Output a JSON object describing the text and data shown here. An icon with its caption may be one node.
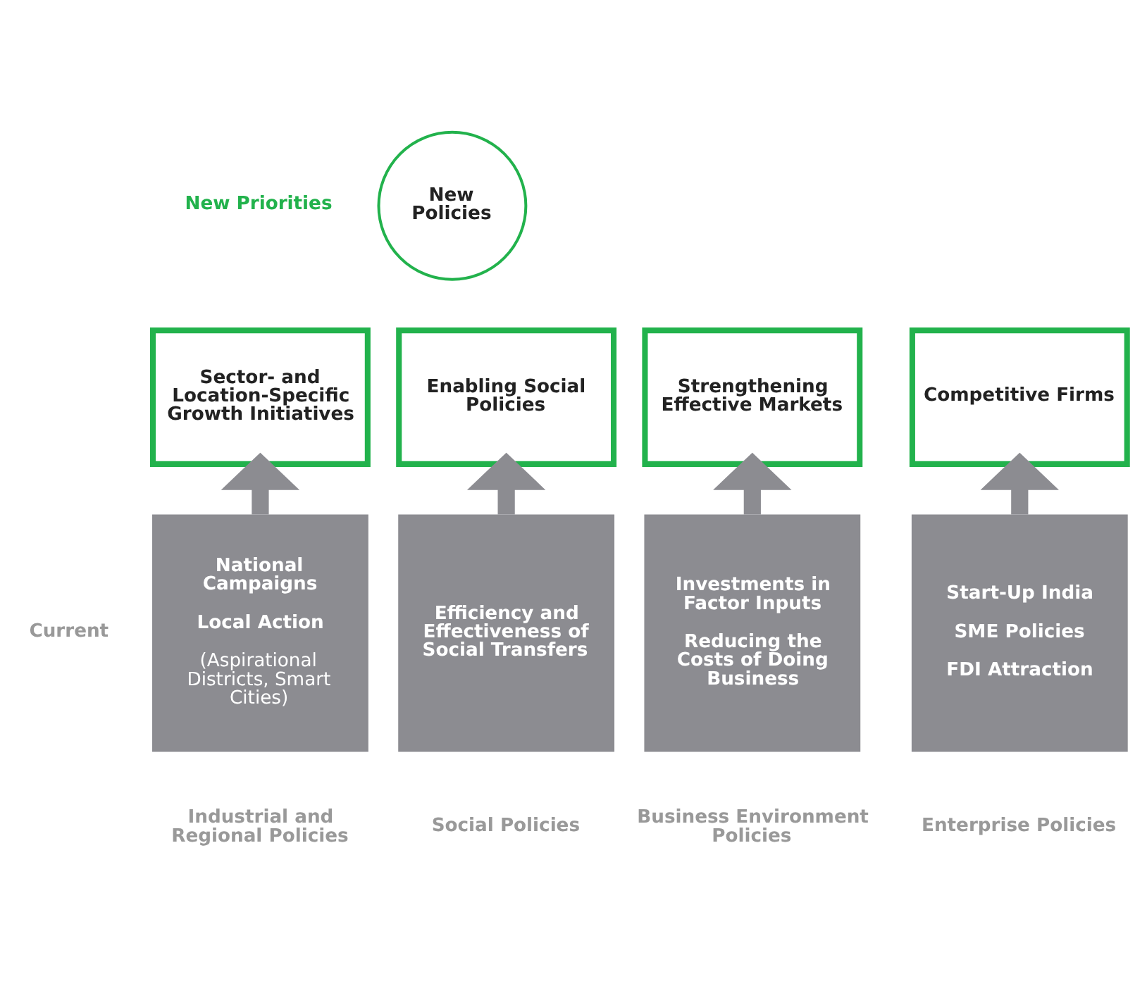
{
  "diagram": {
    "nodes": [
      {
        "text": [
          "New Policies"
        ]
      },
      {
        "text": [
          "Sector- and Location-Specific Growth Initiatives"
        ]
      },
      {
        "text": [
          "Enabling Social Policies"
        ]
      },
      {
        "text": [
          "Strengthening Effective Markets"
        ]
      },
      {
        "text": [
          "Competitive Firms"
        ]
      },
      {
        "text": [
          "National Campaigns",
          "Local Action",
          "(Aspirational Districts, Smart Cities)"
        ],
        "beside": [
          "Industrial and Regional Policies"
        ]
      },
      {
        "text": [
          "Efficiency and Effectiveness of Social Transfers"
        ],
        "beside": [
          "Social Policies"
        ]
      },
      {
        "text": [
          "Investments in Factor Inputs",
          "Reducing the Costs of Doing Business"
        ],
        "beside": [
          "Business Environment Policies"
        ]
      },
      {
        "text": [
          "Start-Up India",
          "SME Policies",
          "FDI Attraction"
        ],
        "beside": [
          "Enterprise Policies"
        ]
      }
    ],
    "edges": [
      {
        "from": 5,
        "to": 1,
        "arrow": "to"
      },
      {
        "from": 6,
        "to": 2,
        "arrow": "to"
      },
      {
        "from": 7,
        "to": 3,
        "arrow": "to"
      },
      {
        "from": 8,
        "to": 4,
        "arrow": "to"
      }
    ],
    "labels": [
      "New Priorities",
      "Current"
    ]
  }
}
